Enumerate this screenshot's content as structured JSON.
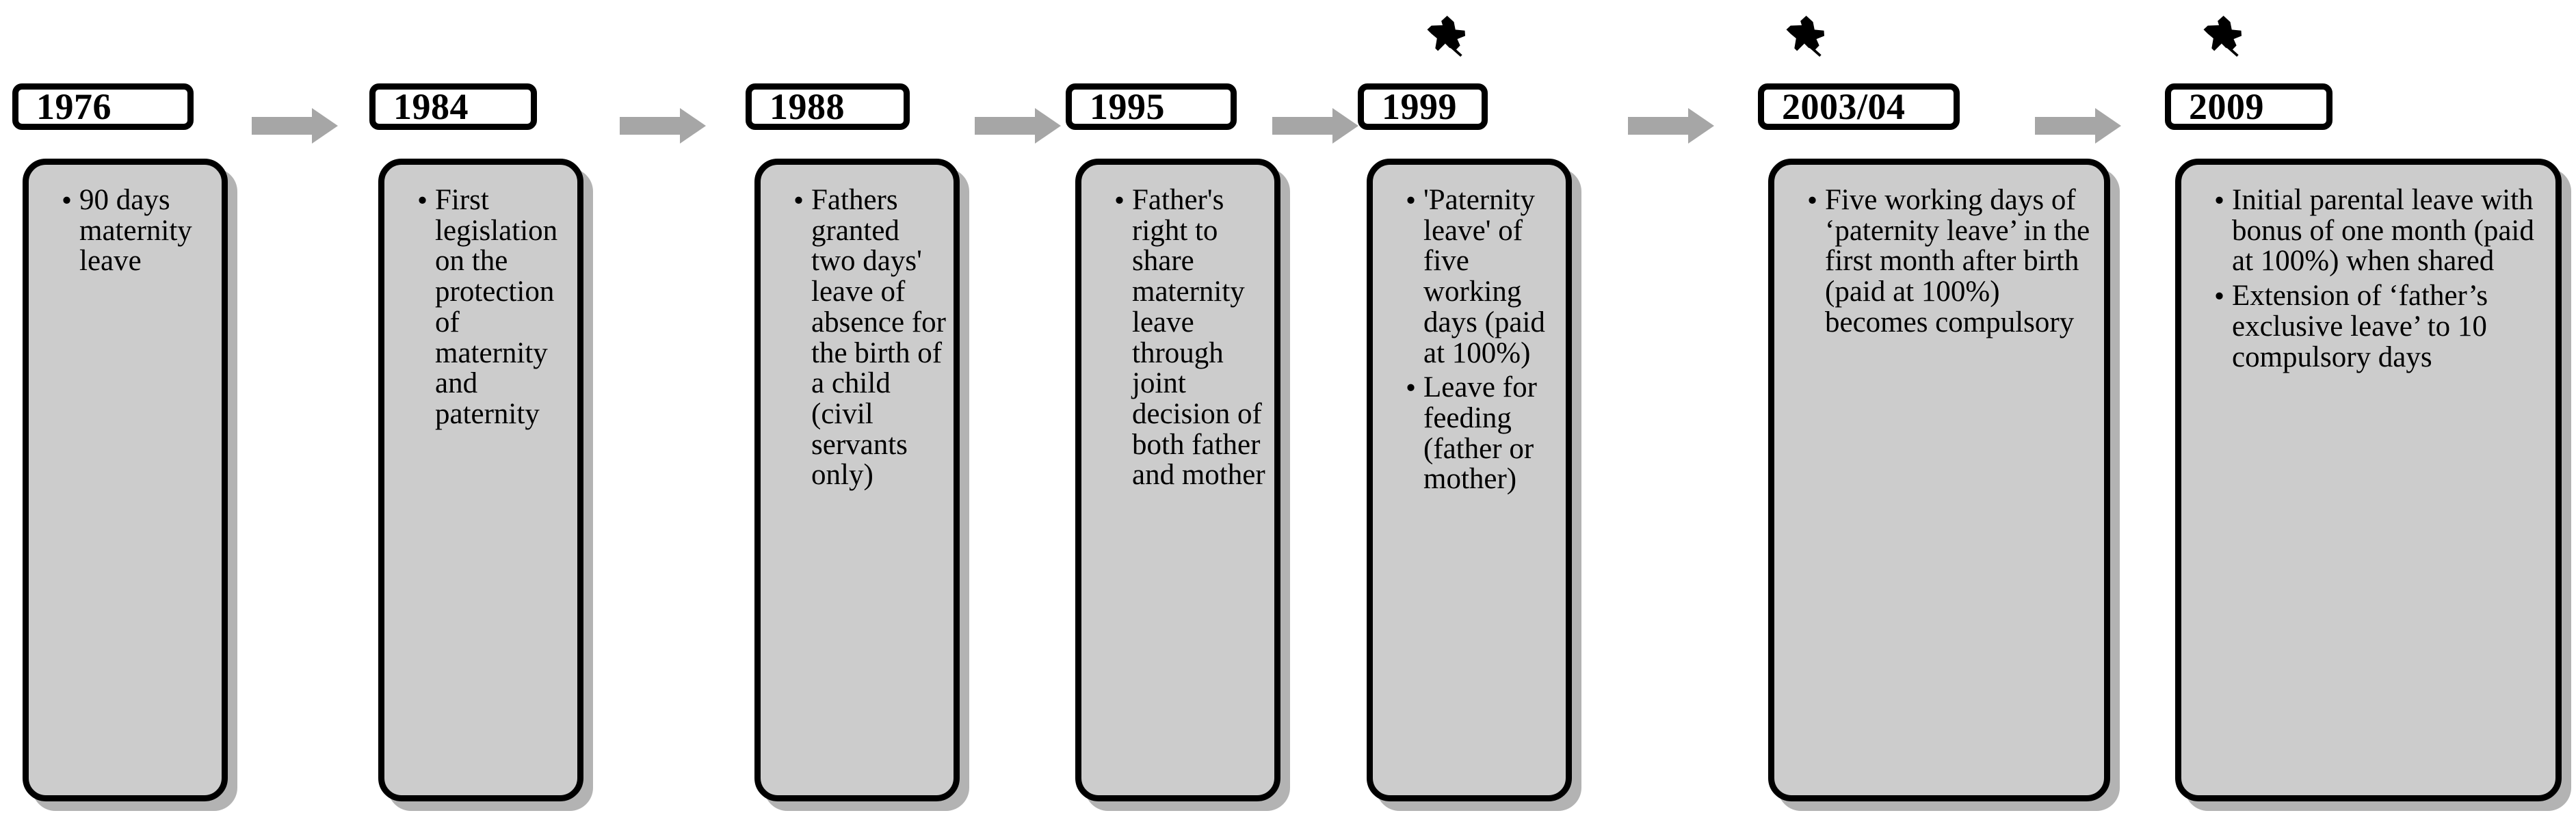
{
  "diagram": {
    "title": "Paternity and maternity leave legislation timeline",
    "type": "horizontal-milestone-timeline",
    "colors": {
      "card_fill": "#cccccc",
      "card_border": "#000000",
      "tab_fill": "#ffffff",
      "arrow_fill": "#a6a6a6",
      "shadow": "#b3b3b3",
      "text": "#000000",
      "background": "#ffffff"
    },
    "connector_icon": "arrow-right-icon",
    "marker_icon": "pushpin-icon"
  },
  "milestones": [
    {
      "year": "1976",
      "pinned": false,
      "bullets": [
        "90 days maternity leave"
      ]
    },
    {
      "year": "1984",
      "pinned": false,
      "bullets": [
        "First legislation on the protection of maternity and paternity"
      ]
    },
    {
      "year": "1988",
      "pinned": false,
      "bullets": [
        "Fathers granted two days' leave of absence for the birth of a child (civil servants only)"
      ]
    },
    {
      "year": "1995",
      "pinned": false,
      "bullets": [
        "Father's right to share maternity leave through joint decision of both father and mother"
      ]
    },
    {
      "year": "1999",
      "pinned": true,
      "bullets": [
        "'Paternity leave' of five working days (paid at 100%)",
        "Leave for feeding (father or mother)"
      ]
    },
    {
      "year": "2003/04",
      "pinned": true,
      "bullets": [
        "Five working days of ‘paternity leave’ in the first month after birth (paid at 100%) becomes compulsory"
      ]
    },
    {
      "year": "2009",
      "pinned": true,
      "bullets": [
        "Initial parental leave with bonus of one month (paid at 100%) when shared",
        "Extension of ‘father’s exclusive leave’ to 10 compulsory days"
      ]
    }
  ]
}
